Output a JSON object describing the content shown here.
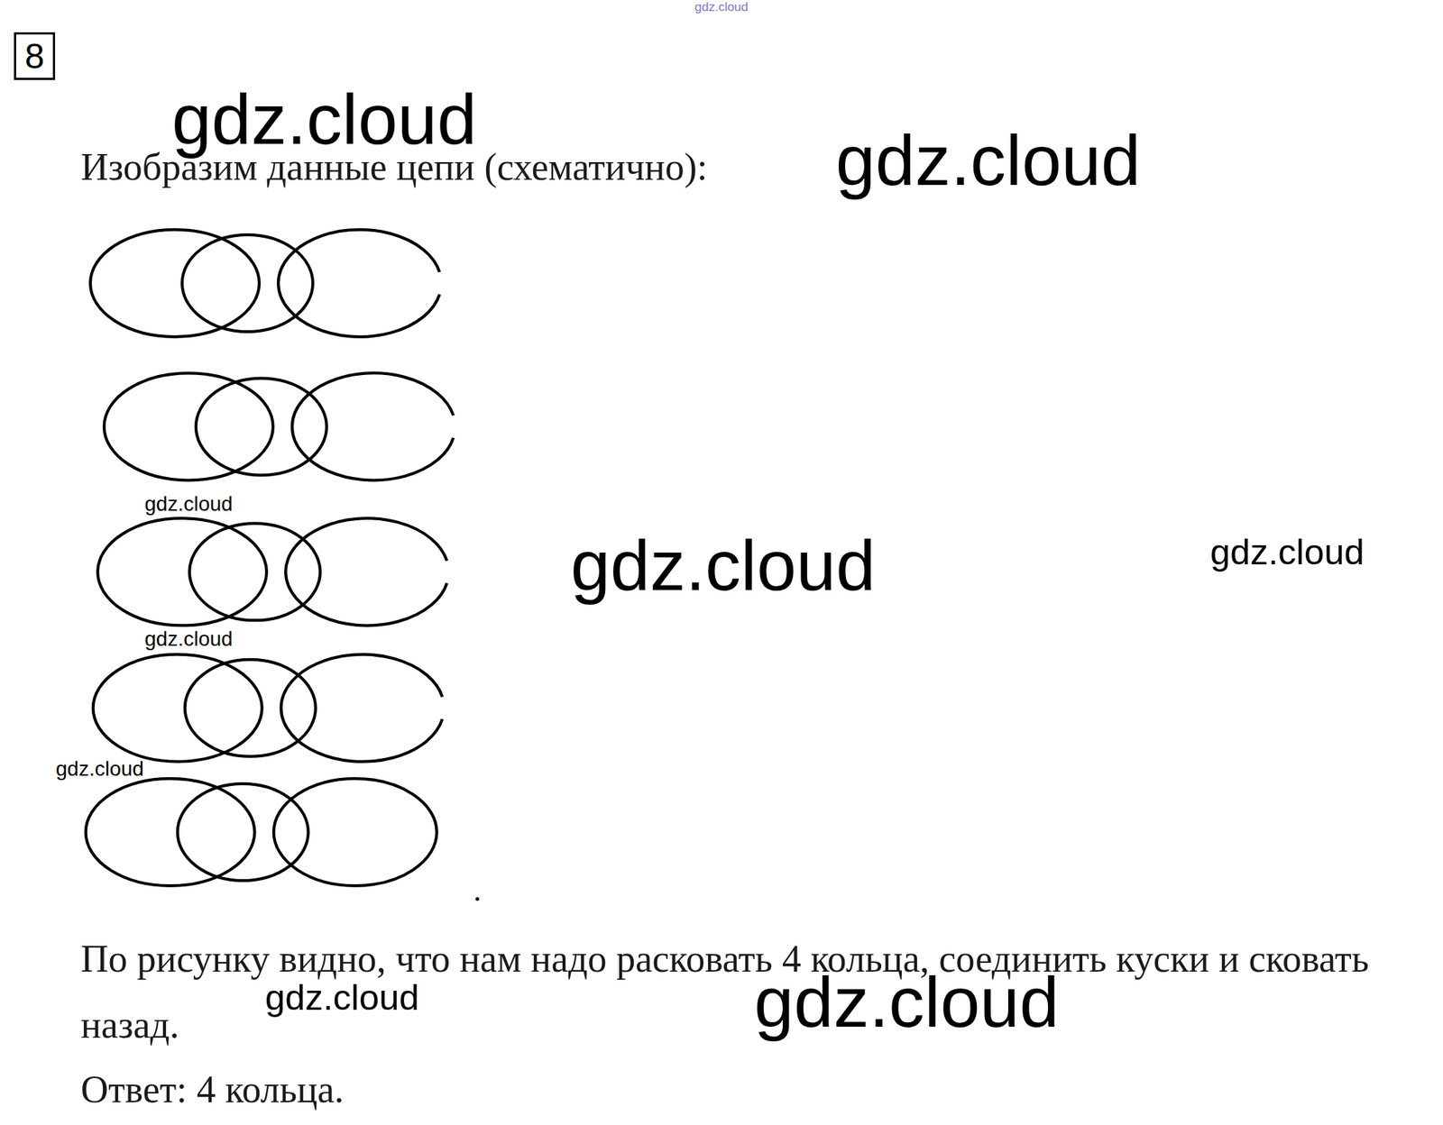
{
  "diagram": {
    "nodes": [
      {
        "text": [
          "8"
        ]
      }
    ],
    "labels": [
      "gdz.cloud",
      "gdz.cloud",
      "Изобразим данные цепи (схематично):",
      "gdz.cloud",
      "gdz.cloud",
      "gdz.cloud",
      "gdz.cloud",
      "gdz.cloud",
      "gdz.cloud",
      "По рисунку видно, что нам надо расковать 4 кольца, соединить куски и сковать назад.",
      "gdz.cloud",
      "gdz.cloud",
      "Ответ: 4 кольца."
    ]
  }
}
